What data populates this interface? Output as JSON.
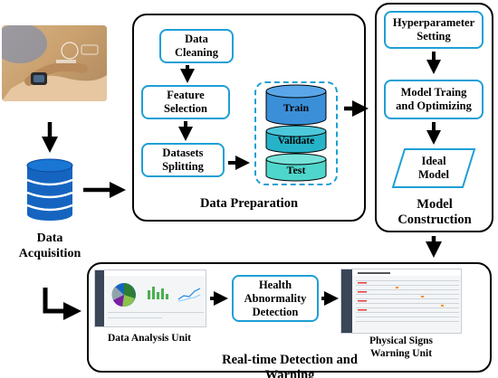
{
  "data_preparation": {
    "title": "Data Preparation",
    "steps": [
      "Data\nCleaning",
      "Feature\nSelection",
      "Datasets\nSplitting"
    ],
    "splits": [
      "Train",
      "Validate",
      "Test"
    ]
  },
  "model_construction": {
    "title": "Model\nConstruction",
    "steps": [
      "Hyperparameter\nSetting",
      "Model Traing\nand Optimizing"
    ],
    "output": "Ideal\nModel"
  },
  "acquisition": {
    "label": "Data\nAcquisition"
  },
  "realtime": {
    "title": "Real-time Detection and Warning",
    "center_step": "Health\nAbnormality\nDetection",
    "left_caption": "Data Analysis Unit",
    "right_caption": "Physical Signs\nWarning Unit"
  },
  "colors": {
    "accent": "#1e9fd6",
    "cylinder_train": "#3b8fd9",
    "cylinder_validate": "#26b3c9",
    "cylinder_test": "#4fd6cc",
    "database": "#1565c0",
    "pie": [
      "#2e7d32",
      "#8bc34a",
      "#7b1fa2",
      "#1565c0",
      "#90a4ae"
    ]
  },
  "icons": [
    "down-arrow-icon",
    "right-arrow-icon",
    "elbow-arrow-icon",
    "database-icon",
    "cylinder-icon",
    "pie-chart-icon",
    "bar-chart-icon",
    "line-chart-icon"
  ]
}
